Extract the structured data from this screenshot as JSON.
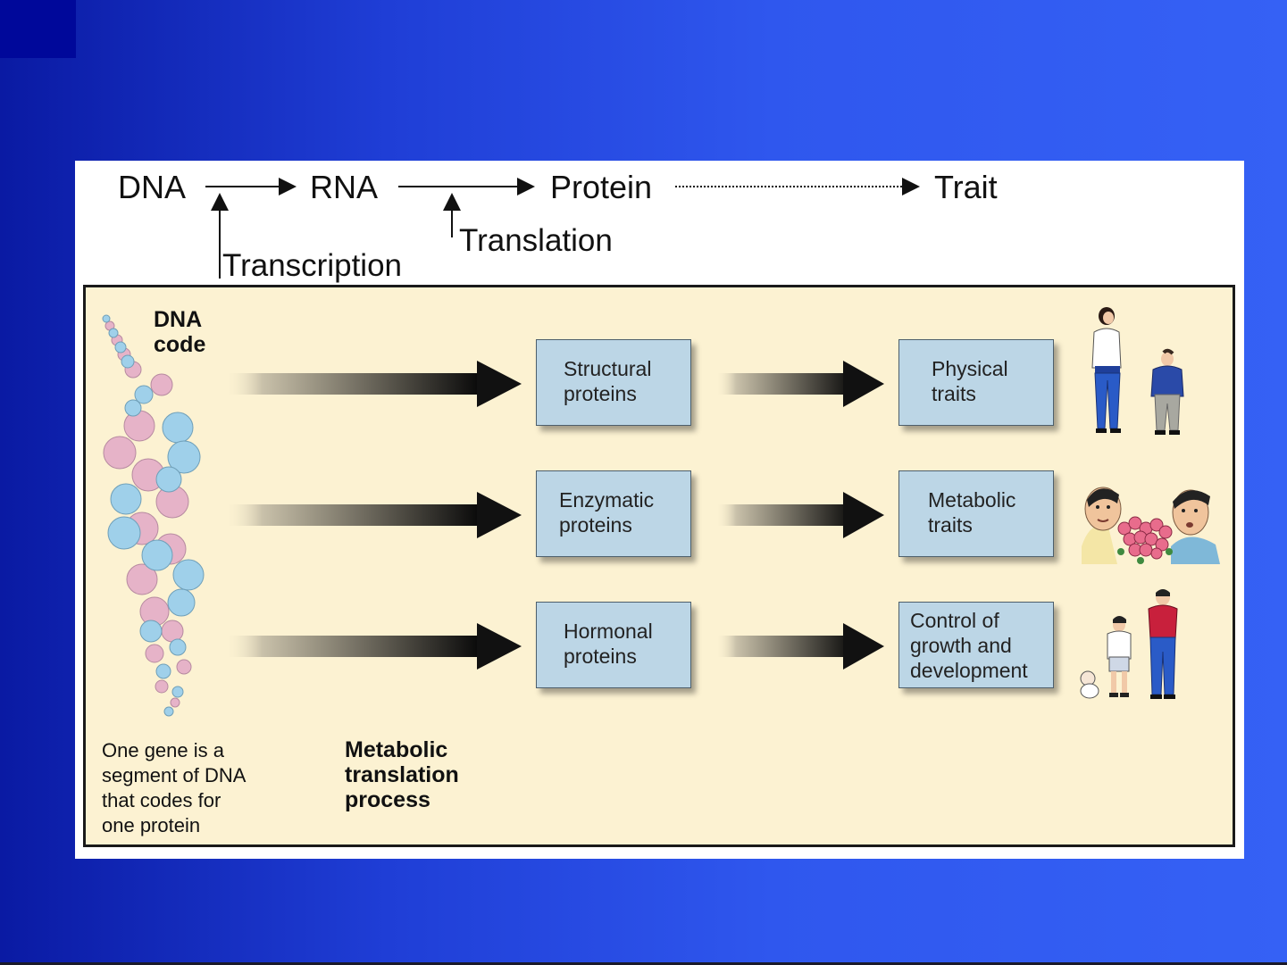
{
  "flow": {
    "dna": "DNA",
    "rna": "RNA",
    "protein": "Protein",
    "trait": "Trait",
    "transcription": "Transcription",
    "translation": "Translation"
  },
  "diagram": {
    "dna_code_label": "DNA\ncode",
    "proteins": [
      {
        "label": "Structural\nproteins"
      },
      {
        "label": "Enzymatic\nproteins"
      },
      {
        "label": "Hormonal\nproteins"
      }
    ],
    "traits": [
      {
        "label": "Physical\ntraits"
      },
      {
        "label": "Metabolic\ntraits"
      },
      {
        "label": "Control of\ngrowth and\ndevelopment"
      }
    ],
    "gene_note": "One gene is a\nsegment of DNA\nthat codes for\none protein",
    "process_label": "Metabolic\ntranslation\nprocess"
  },
  "colors": {
    "background_left": "#0a1aa3",
    "background_right": "#3561f5",
    "inner_panel": "#fcf2d2",
    "box_fill": "#bcd6e6",
    "dna_pink": "#e6b3c8",
    "dna_blue": "#9fd0ea"
  },
  "icons": [
    "people-physical-traits-icon",
    "people-flowers-metabolic-icon",
    "people-growth-icon",
    "dna-helix-icon"
  ]
}
